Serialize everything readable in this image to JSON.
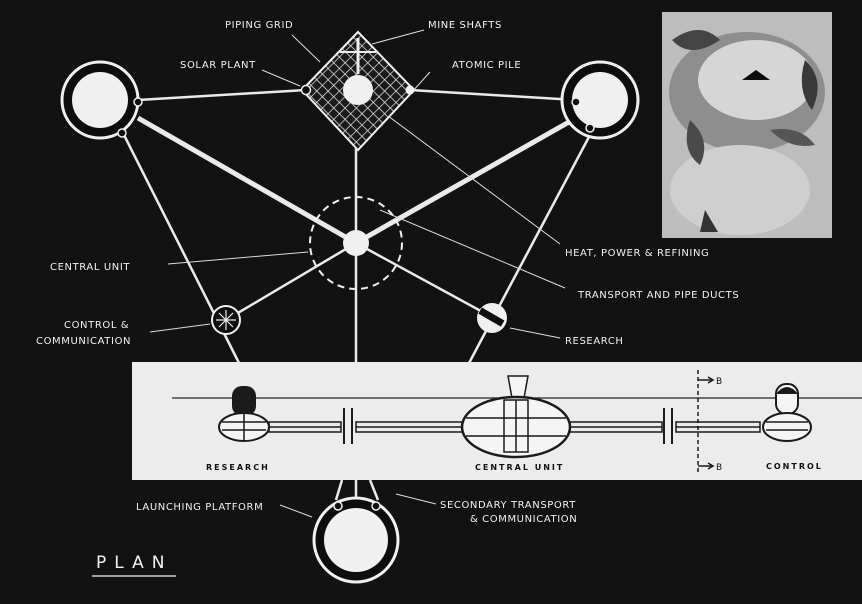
{
  "labels": {
    "piping_grid": "PIPING GRID",
    "mine_shafts": "MINE SHAFTS",
    "solar_plant": "SOLAR PLANT",
    "atomic_pile": "ATOMIC PILE",
    "heat_power": "HEAT, POWER & REFINING",
    "central_unit": "CENTRAL UNIT",
    "transport_ducts": "TRANSPORT AND PIPE DUCTS",
    "control_comm_1": "CONTROL &",
    "control_comm_2": "COMMUNICATION",
    "research": "RESEARCH",
    "launching_platform": "LAUNCHING PLATFORM",
    "secondary_transport_1": "SECONDARY TRANSPORT",
    "secondary_transport_2": "& COMMUNICATION"
  },
  "section": {
    "research": "RESEARCH",
    "central_unit": "CENTRAL UNIT",
    "control": "CONTROL",
    "b_top": "B",
    "b_bottom": "B"
  },
  "title": "PLAN"
}
